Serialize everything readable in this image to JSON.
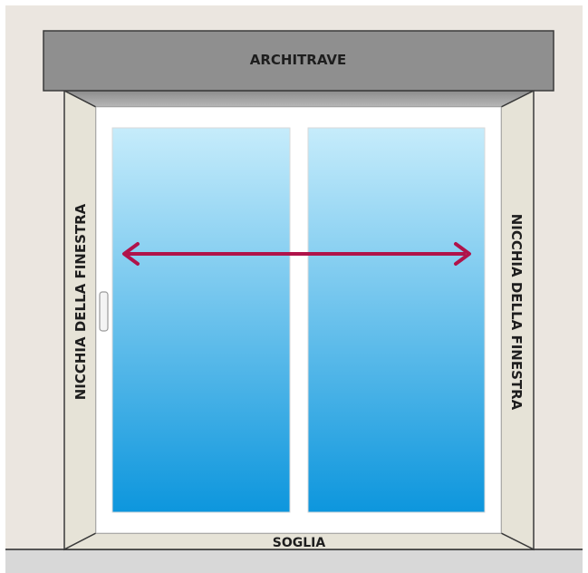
{
  "labels": {
    "lintel": "ARCHITRAVE",
    "left_reveal": "NICCHIA DELLA FINESTRA",
    "right_reveal": "NICCHIA DELLA FINESTRA",
    "sill": "SOGLIA"
  },
  "colors": {
    "wall": "#ebe6e0",
    "floor": "#d8d8d8",
    "lintel": "#8f8f8f",
    "reveal": "#e6e3d7",
    "frame": "#ffffff",
    "glass_top": "#c6ecfb",
    "glass_bottom": "#0d96dd",
    "arrow": "#b0134a",
    "outline": "#3a3a3a"
  },
  "icons": {
    "measurement": "double-headed-arrow-icon",
    "handle": "door-handle-icon"
  }
}
